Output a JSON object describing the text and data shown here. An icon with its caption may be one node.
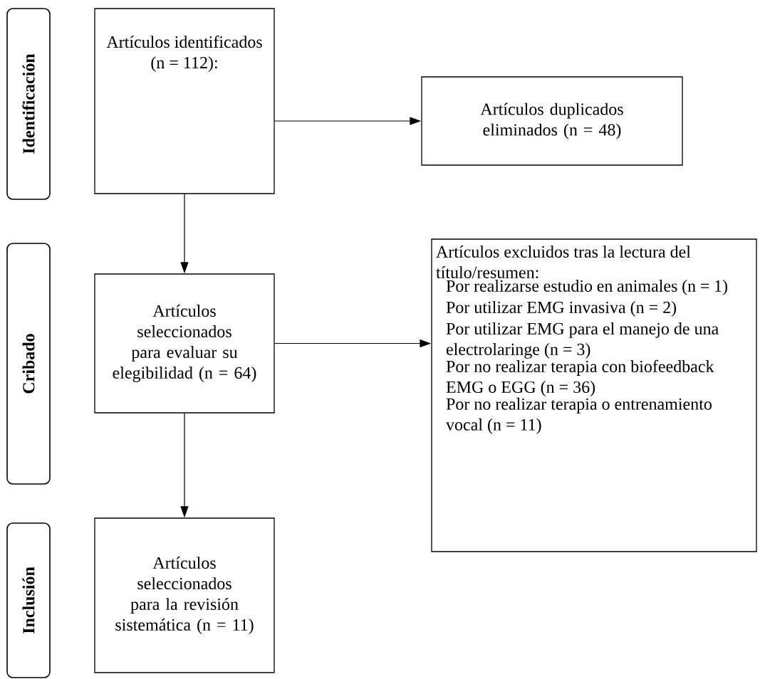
{
  "diagram": {
    "nodes": [
      {
        "text": [
          "Identificación"
        ]
      },
      {
        "text": [
          "Cribado"
        ]
      },
      {
        "text": [
          "Inclusión"
        ]
      },
      {
        "text": [
          "Artículos identificados (n = 112):"
        ]
      },
      {
        "text": [
          "Artículos duplicados eliminados (n = 48)"
        ]
      },
      {
        "text": [
          "Artículos seleccionados para evaluar su elegibilidad (n = 64)"
        ]
      },
      {
        "text": [
          "Artículos excluidos tras la lectura del título/resumen:",
          "Por realizarse estudio en animales (n = 1)",
          "Por utilizar EMG invasiva (n = 2)",
          "Por utilizar EMG para el manejo de una electrolaringe (n = 3)",
          "Por no realizar terapia con biofeedback EMG o EGG (n = 36)",
          "Por no realizar terapia o entrenamiento vocal (n = 11)"
        ]
      },
      {
        "text": [
          "Artículos seleccionados para la revisión sistemática (n = 11)"
        ]
      }
    ],
    "edges": [
      {
        "from": 3,
        "to": 4,
        "arrow": "to"
      },
      {
        "from": 3,
        "to": 5,
        "arrow": "to"
      },
      {
        "from": 5,
        "to": 6,
        "arrow": "to"
      },
      {
        "from": 5,
        "to": 7,
        "arrow": "to"
      }
    ]
  }
}
